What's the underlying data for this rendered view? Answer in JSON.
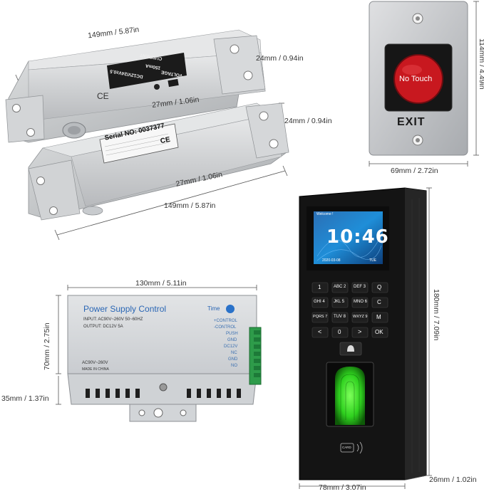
{
  "dimensions": {
    "lock_length_top": "149mm / 5.87in",
    "lock_height_top": "24mm / 0.94in",
    "lock_depth_top": "27mm / 1.06in",
    "lock_height_bottom": "24mm / 0.94in",
    "lock_depth_bottom": "27mm / 1.06in",
    "lock_length_bottom": "149mm / 5.87in",
    "button_height": "114mm / 4.49in",
    "button_width": "69mm / 2.72in",
    "psu_width": "130mm / 5.11in",
    "psu_height": "70mm / 2.75in",
    "psu_depth": "35mm / 1.37in",
    "terminal_height": "180mm / 7.09in",
    "terminal_width": "78mm / 3.07in",
    "terminal_depth": "26mm / 1.02in"
  },
  "lock": {
    "label_current": "CURRENT",
    "label_current_val": "150mA",
    "label_voltage": "VOLTAGE",
    "label_voltage_val": "DC12V/24V±0.5",
    "serial": "Serial NO: 0037377",
    "ce": "CE"
  },
  "exit_button": {
    "touch_label": "No Touch",
    "exit_label": "EXIT"
  },
  "psu": {
    "title": "Power Supply Control",
    "time_label": "Time",
    "input_line": "INPUT:   AC90V~260V 50~60HZ",
    "output_line": "OUTPUT:  DC12V  5A",
    "ac_label": "AC90V~260V",
    "made_in": "MADE IN CHINA",
    "terminals": [
      "+CONTROL",
      "-CONTROL",
      "PUSH",
      "GND",
      "DC12V",
      "NC",
      "GND",
      "NO"
    ]
  },
  "terminal": {
    "welcome": "Welcome !",
    "clock": "10:46",
    "date": "2020-03-08",
    "day": "TUE",
    "keys": [
      [
        "1",
        "ABC 2",
        "DEF 3",
        "Q"
      ],
      [
        "GHI 4",
        "JKL 5",
        "MNO 6",
        "C"
      ],
      [
        "PQRS 7",
        "TUV 8",
        "WXYZ 9",
        "M"
      ],
      [
        "<",
        "0",
        ">",
        "OK"
      ]
    ],
    "card_label": "CARD"
  }
}
